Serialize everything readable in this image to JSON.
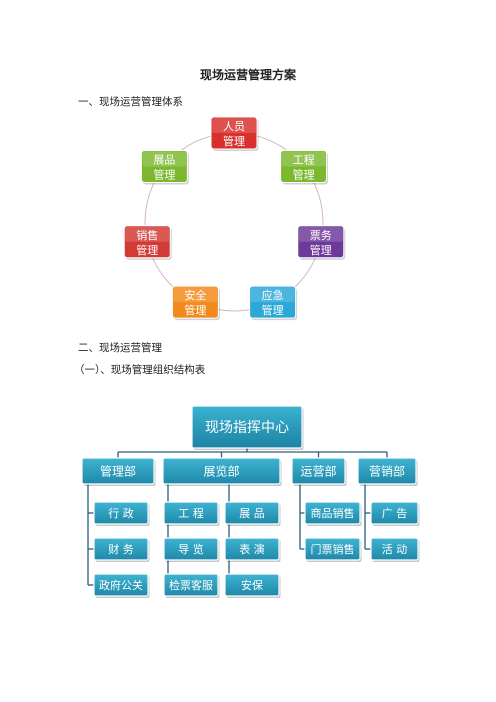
{
  "doc": {
    "title": "现场运营管理方案",
    "section1": "一、现场运营管理体系",
    "section2": "二、现场运营管理",
    "subsection1": "（一）、现场管理组织结构表"
  },
  "cycle": [
    {
      "l1": "人员",
      "l2": "管理",
      "color": "#d8302d"
    },
    {
      "l1": "工程",
      "l2": "管理",
      "color": "#7cb82f"
    },
    {
      "l1": "票务",
      "l2": "管理",
      "color": "#6e3a9a"
    },
    {
      "l1": "应急",
      "l2": "管理",
      "color": "#2ba8d8"
    },
    {
      "l1": "安全",
      "l2": "管理",
      "color": "#f28a1b"
    },
    {
      "l1": "销售",
      "l2": "管理",
      "color": "#d23a35"
    },
    {
      "l1": "展品",
      "l2": "管理",
      "color": "#7cb82f"
    }
  ],
  "org": {
    "root": "现场指挥中心",
    "departments": [
      {
        "name": "管理部",
        "children": [
          "行 政",
          "财 务",
          "政府公关"
        ]
      },
      {
        "name": "展览部",
        "children": [
          "工 程",
          "展 品",
          "导 览",
          "表 演",
          "检票客服",
          "安保"
        ]
      },
      {
        "name": "运营部",
        "children": [
          "商品销售",
          "门票销售"
        ]
      },
      {
        "name": "营销部",
        "children": [
          "广 告",
          "活 动"
        ]
      }
    ],
    "colors": {
      "node": "#2b9fbf",
      "node_dark": "#1f7f99",
      "line": "#2a5d80"
    }
  }
}
